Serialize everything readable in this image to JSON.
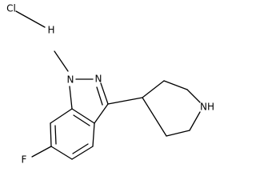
{
  "molecule": {
    "atoms": {
      "chlorine": "Cl",
      "hydrogen": "H",
      "n1": "N",
      "n2": "N",
      "fluorine": "F",
      "piperidine_nitrogen": "NH"
    }
  }
}
